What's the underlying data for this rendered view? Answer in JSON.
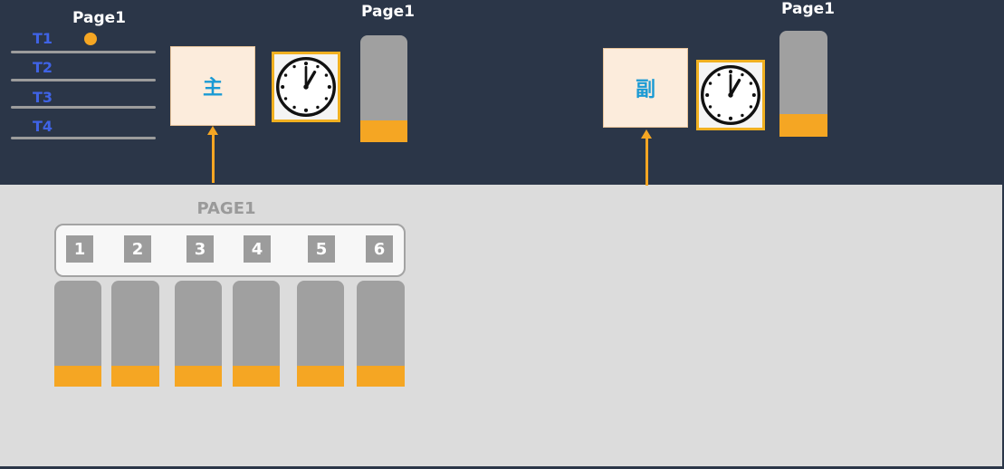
{
  "left_group": {
    "title": "Page1",
    "tracks": [
      {
        "label": "T1"
      },
      {
        "label": "T2"
      },
      {
        "label": "T3"
      },
      {
        "label": "T4"
      }
    ],
    "main_label": "主",
    "bar_title": "Page1",
    "bar_fill_fraction": 0.2
  },
  "right_group": {
    "secondary_label": "副",
    "bar_title": "Page1",
    "bar_fill_fraction": 0.21
  },
  "page_section": {
    "title": "PAGE1",
    "slots": [
      "1",
      "2",
      "3",
      "4",
      "5",
      "6"
    ],
    "bar_fill_fraction": 0.2
  },
  "colors": {
    "top_background": "#2b3648",
    "bottom_background": "#dcdcdc",
    "accent_orange": "#f5a623",
    "bar_gray": "#a0a0a0",
    "track_label_blue": "#3f63e6",
    "box_text_blue": "#1a9ad4"
  }
}
